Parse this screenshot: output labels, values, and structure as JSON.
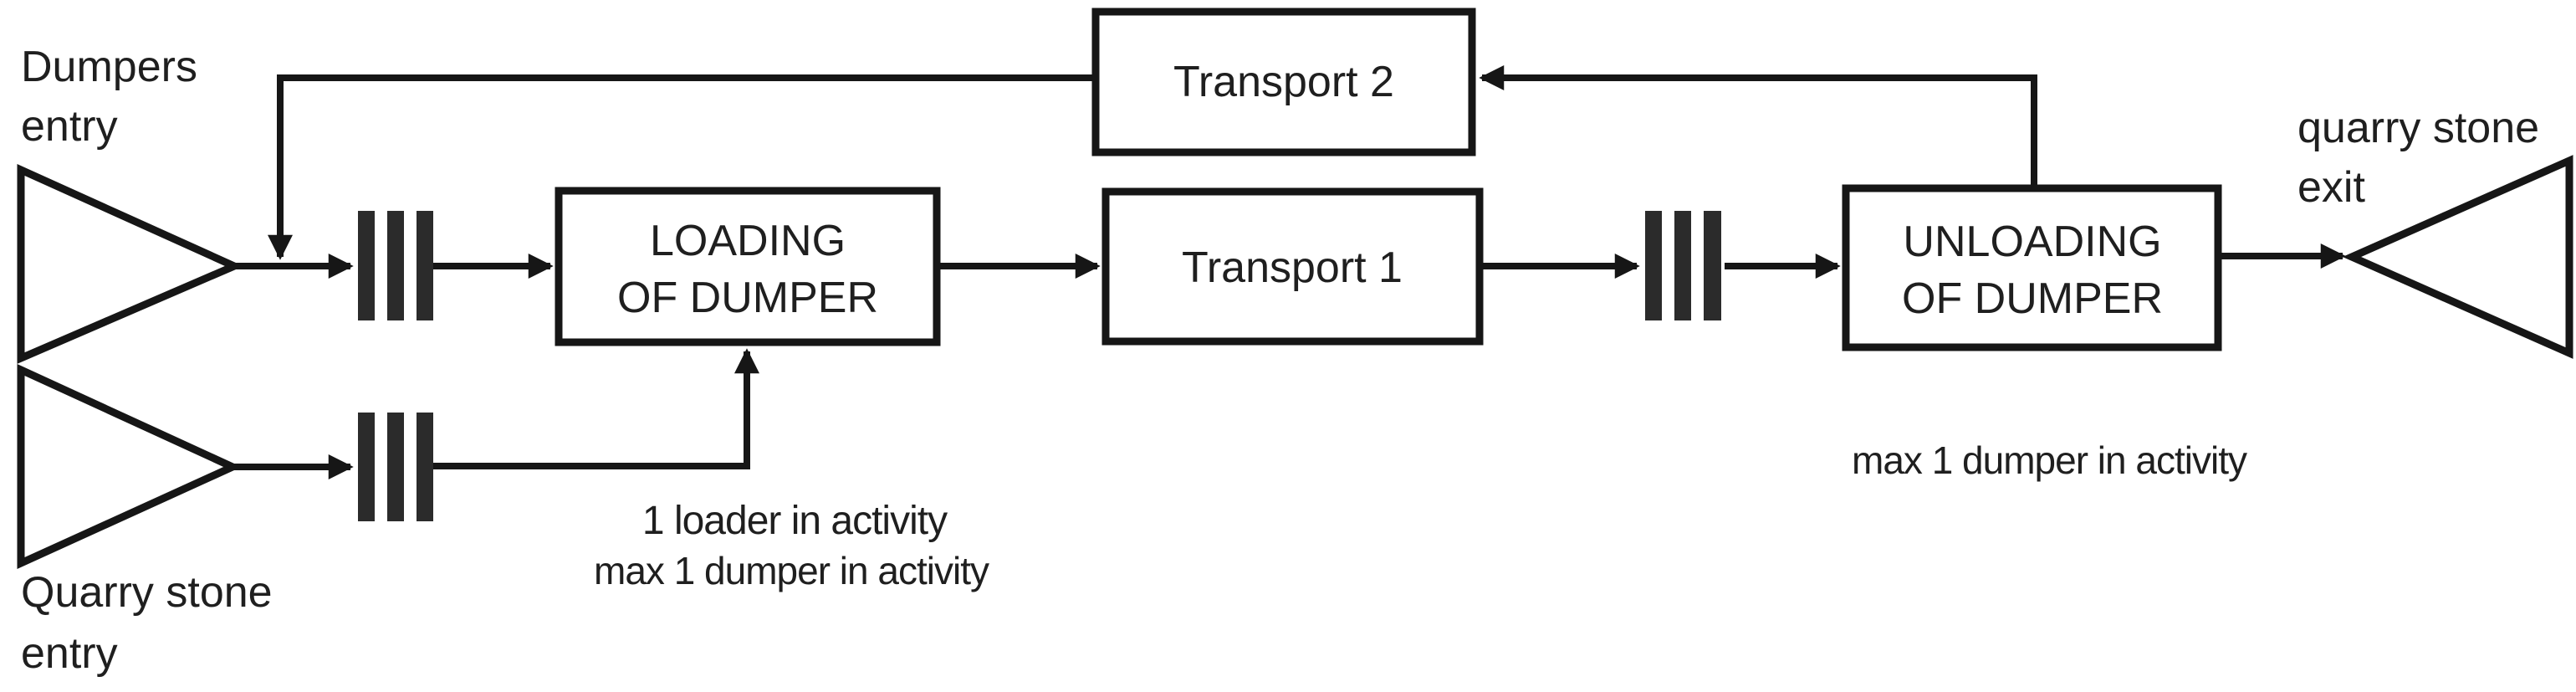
{
  "page": {
    "background": "#ffffff"
  },
  "diagram": {
    "type": "process-flow",
    "colors": {
      "line": "#161616",
      "text": "#1f1f1f",
      "queue_fill": "#2b2b2b",
      "block_fill": "#ffffff"
    },
    "sources": {
      "dumpers": {
        "line1": "Dumpers",
        "line2": "entry"
      },
      "quarry_stone": {
        "line1": "Quarry stone",
        "line2": "entry"
      }
    },
    "sink": {
      "quarry_stone_exit": {
        "line1": "quarry stone",
        "line2": "exit"
      }
    },
    "blocks": {
      "loading": {
        "line1": "LOADING",
        "line2": "OF DUMPER"
      },
      "transport_1": {
        "label": "Transport 1"
      },
      "transport_2": {
        "label": "Transport 2"
      },
      "unloading": {
        "line1": "UNLOADING",
        "line2": "OF DUMPER"
      }
    },
    "annotations": {
      "loading_note": {
        "line1": "1 loader in activity",
        "line2": "max 1 dumper in activity"
      },
      "unloading_note": {
        "line1": "max 1 dumper in activity"
      }
    },
    "icons": {
      "queue": "queue-icon-three-bars",
      "entry": "entry-triangle-icon",
      "exit": "exit-triangle-icon"
    }
  }
}
